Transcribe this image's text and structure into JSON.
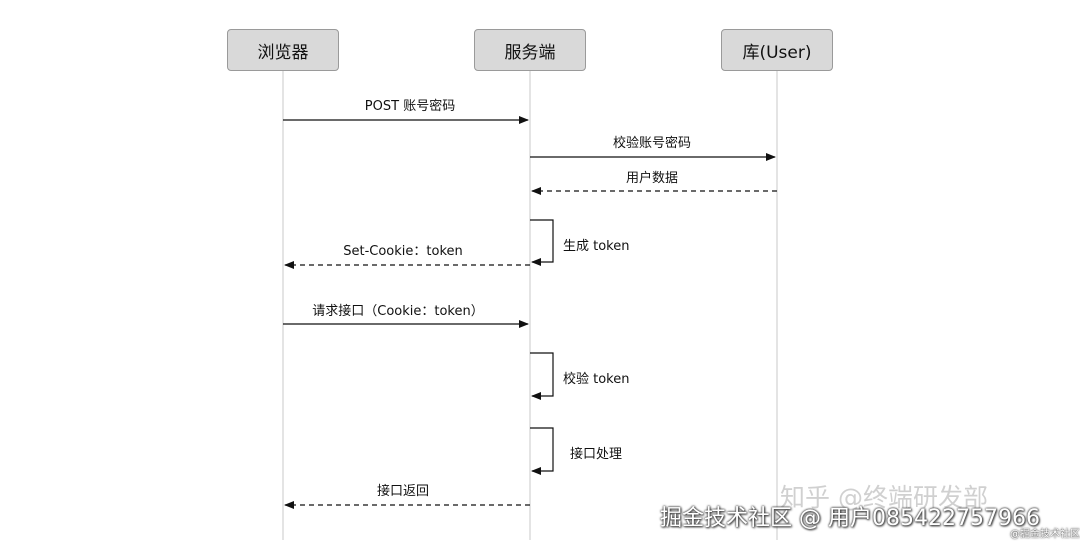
{
  "participants": [
    {
      "id": "browser",
      "label": "浏览器"
    },
    {
      "id": "server",
      "label": "服务端"
    },
    {
      "id": "db",
      "label": "库(User)"
    }
  ],
  "messages": [
    {
      "from": "browser",
      "to": "server",
      "label": "POST 账号密码",
      "style": "solid"
    },
    {
      "from": "server",
      "to": "db",
      "label": "校验账号密码",
      "style": "solid"
    },
    {
      "from": "db",
      "to": "server",
      "label": "用户数据",
      "style": "dashed"
    },
    {
      "self": "server",
      "label": "生成 token"
    },
    {
      "from": "server",
      "to": "browser",
      "label": "Set-Cookie：token",
      "style": "dashed"
    },
    {
      "from": "browser",
      "to": "server",
      "label": "请求接口（Cookie：token）",
      "style": "solid"
    },
    {
      "self": "server",
      "label": "校验 token"
    },
    {
      "self": "server",
      "label": "接口处理"
    },
    {
      "from": "server",
      "to": "browser",
      "label": "接口返回",
      "style": "dashed"
    }
  ],
  "watermarks": {
    "zhihu": "知乎 @终端研发部",
    "juejin_user": "掘金技术社区 @ 用户0854227579​66",
    "juejin_small": "@掘金技术社区"
  }
}
